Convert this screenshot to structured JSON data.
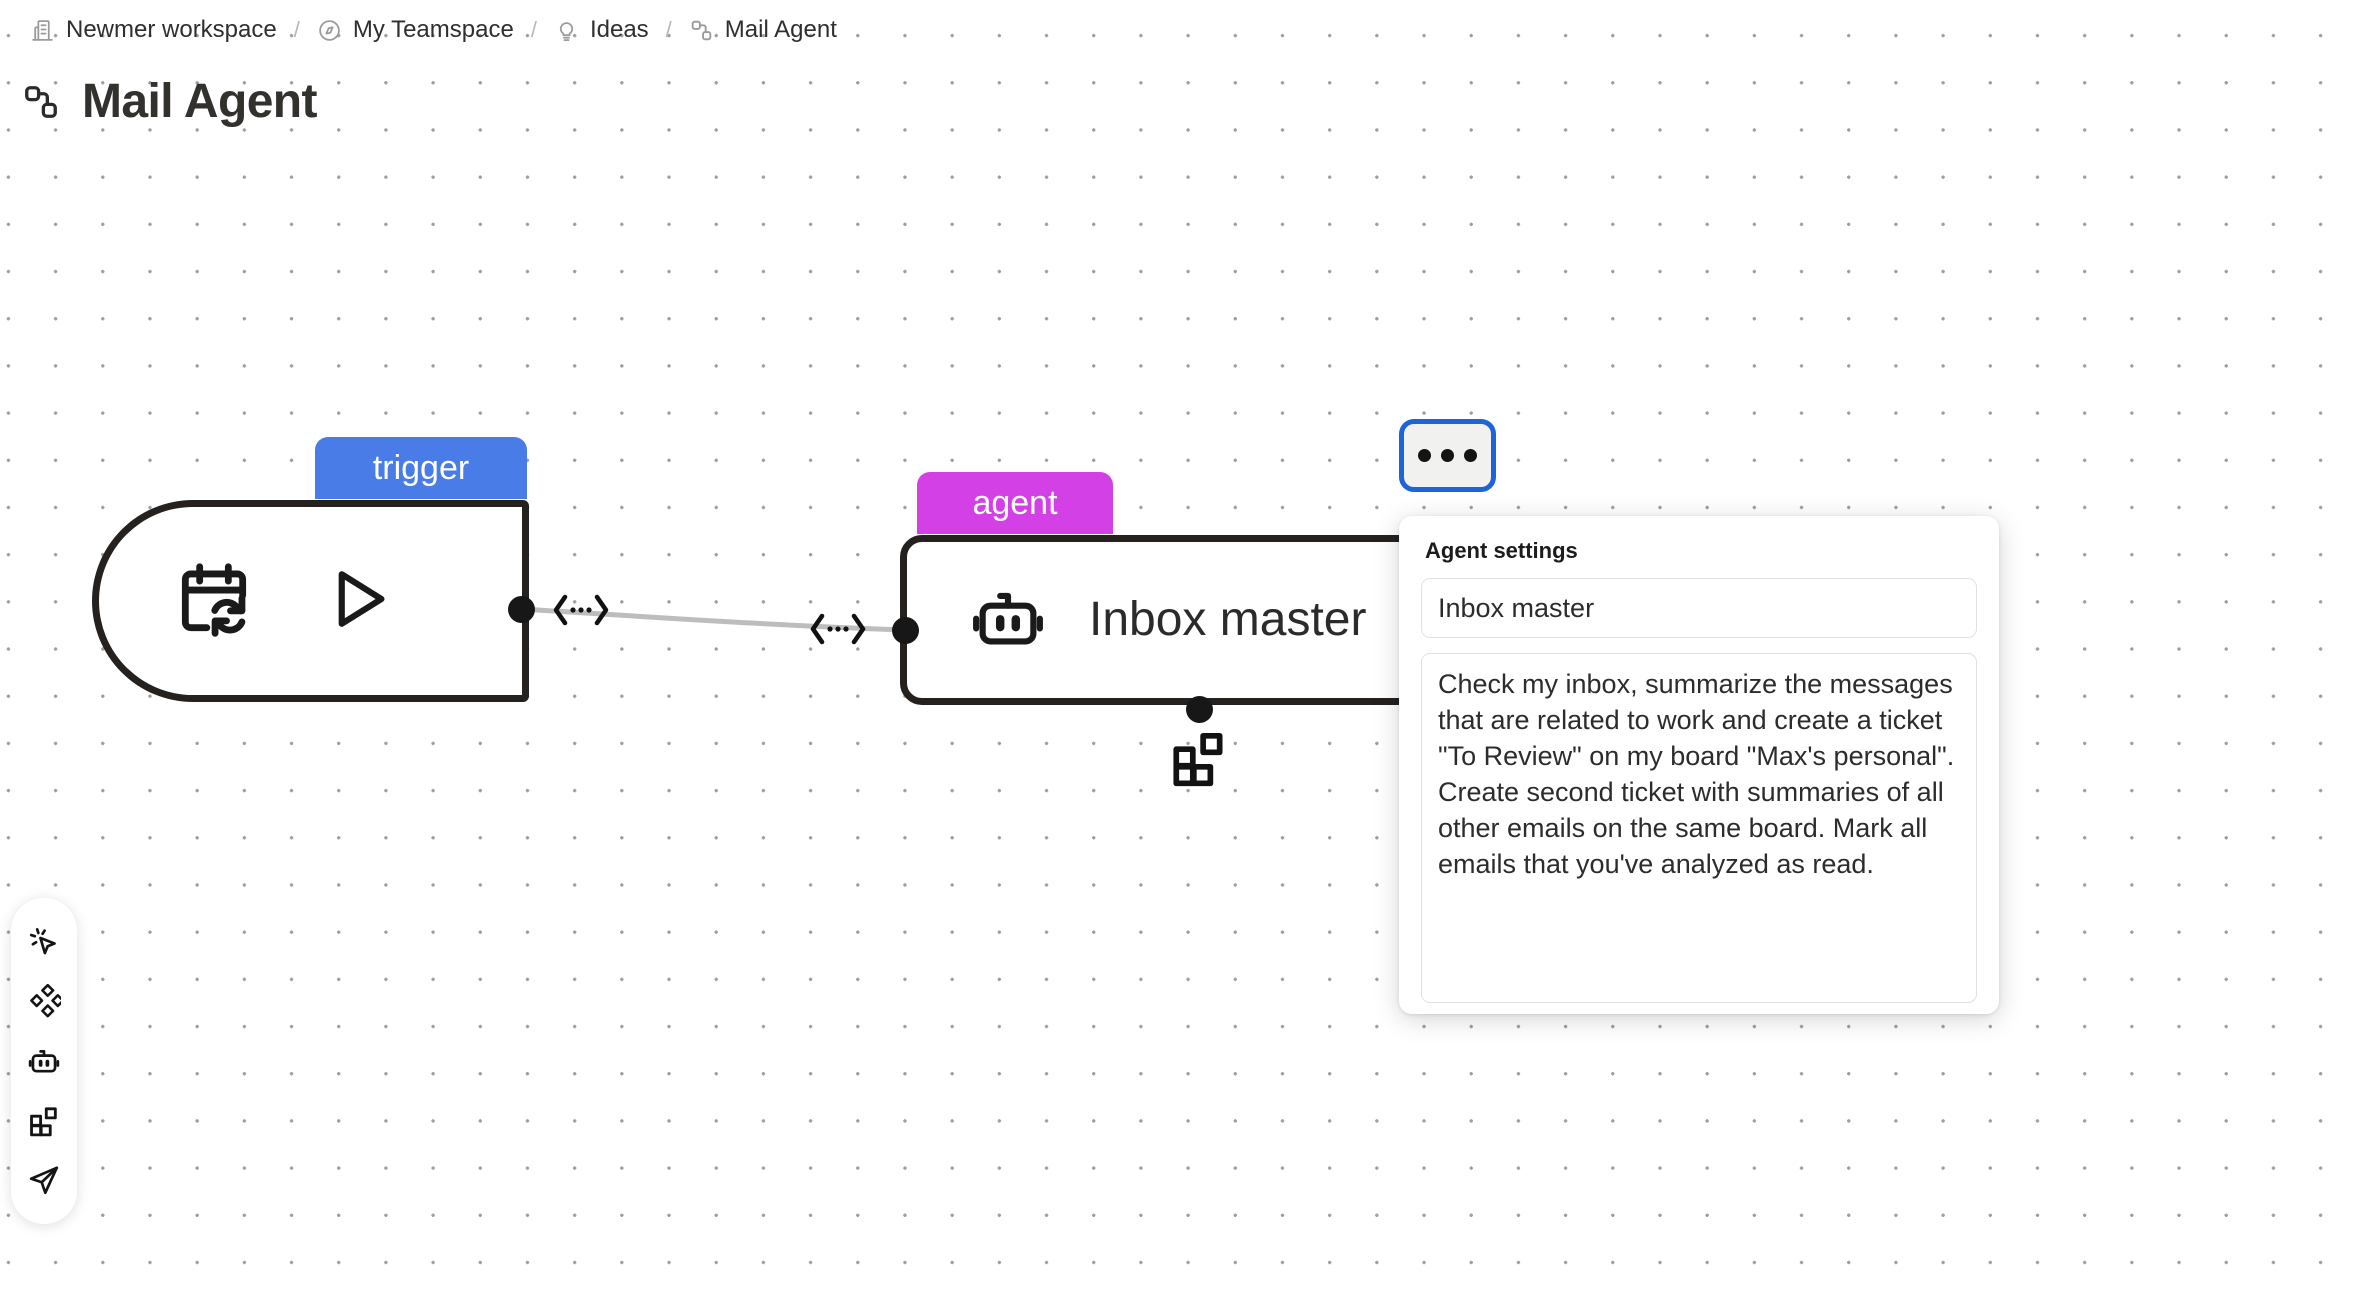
{
  "breadcrumb": {
    "separator": "/",
    "items": [
      {
        "label": "Newmer workspace",
        "icon": "building-icon"
      },
      {
        "label": "My Teamspace",
        "icon": "compass-icon"
      },
      {
        "label": "Ideas",
        "icon": "lightbulb-icon"
      },
      {
        "label": "Mail Agent",
        "icon": "workflow-nodes-icon"
      }
    ]
  },
  "page": {
    "title": "Mail Agent",
    "title_icon": "workflow-nodes-icon"
  },
  "canvas": {
    "nodes": [
      {
        "id": "trigger",
        "badge_label": "trigger",
        "badge_color": "#4a7ce8",
        "icons": [
          "calendar-sync-icon",
          "play-icon"
        ]
      },
      {
        "id": "agent",
        "badge_label": "agent",
        "badge_color": "#d341e6",
        "icon": "robot-icon",
        "title": "Inbox master"
      },
      {
        "id": "tool",
        "icon": "blocks-icon"
      }
    ],
    "edges": [
      {
        "from": "trigger",
        "to": "agent",
        "marker": "bidirectional-dotted-arrow",
        "color": "#b9b9b9"
      }
    ]
  },
  "agent_settings": {
    "title": "Agent settings",
    "name_value": "Inbox master",
    "name_placeholder": "Agent name",
    "prompt_value": "Check my inbox, summarize the messages that are related to work and create a ticket \"To Review\" on my board \"Max's personal\". Create second ticket with summaries of all other emails on the same board. Mark all emails that you've analyzed as read.",
    "prompt_placeholder": "Describe what the agent should do",
    "more_button_label": "•••",
    "accent_color": "#1c64d8"
  },
  "tool_rail": {
    "items": [
      {
        "icon": "cursor-click-icon",
        "name": "select-tool"
      },
      {
        "icon": "diamonds-icon",
        "name": "shapes-tool"
      },
      {
        "icon": "robot-icon",
        "name": "agent-tool"
      },
      {
        "icon": "blocks-icon",
        "name": "blocks-tool"
      },
      {
        "icon": "send-icon",
        "name": "send-tool"
      }
    ]
  }
}
